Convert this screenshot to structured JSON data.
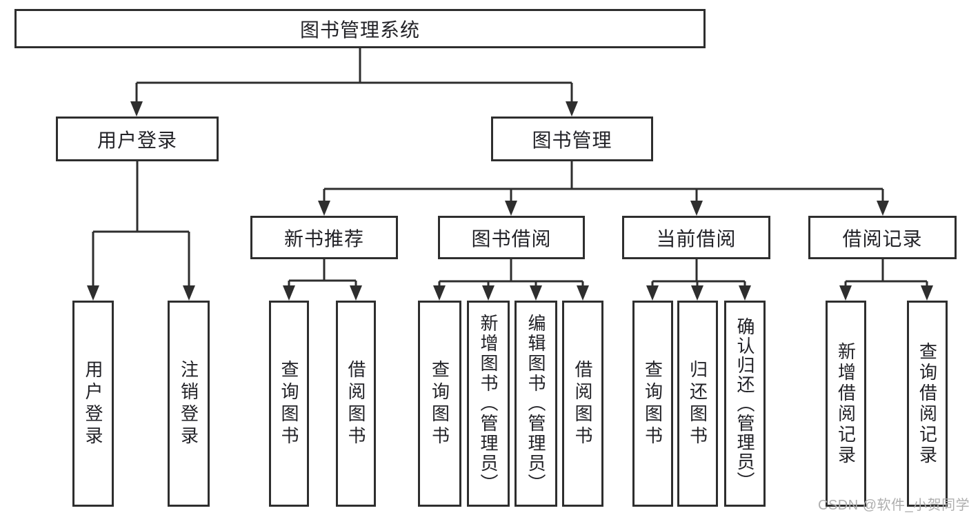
{
  "diagram_type": "hierarchy-tree",
  "colors": {
    "line": "#2e2e2e",
    "box_border": "#2e2e2e",
    "box_background": "#ffffff",
    "text": "#222227",
    "watermark": "#aeaeae"
  },
  "watermark": {
    "text": "CSDN @软件_小贺同学"
  },
  "tree": {
    "label": "图书管理系统",
    "children": [
      {
        "label": "用户登录",
        "children": [
          {
            "label": "用户登录"
          },
          {
            "label": "注销登录"
          }
        ]
      },
      {
        "label": "图书管理",
        "children": [
          {
            "label": "新书推荐",
            "children": [
              {
                "label": "查询图书"
              },
              {
                "label": "借阅图书"
              }
            ]
          },
          {
            "label": "图书借阅",
            "children": [
              {
                "label": "查询图书"
              },
              {
                "label": "新增图书（管理员）"
              },
              {
                "label": "编辑图书（管理员）"
              },
              {
                "label": "借阅图书"
              }
            ]
          },
          {
            "label": "当前借阅",
            "children": [
              {
                "label": "查询图书"
              },
              {
                "label": "归还图书"
              },
              {
                "label": "确认归还（管理员）"
              }
            ]
          },
          {
            "label": "借阅记录",
            "children": [
              {
                "label": "新增借阅记录"
              },
              {
                "label": "查询借阅记录"
              }
            ]
          }
        ]
      }
    ]
  }
}
